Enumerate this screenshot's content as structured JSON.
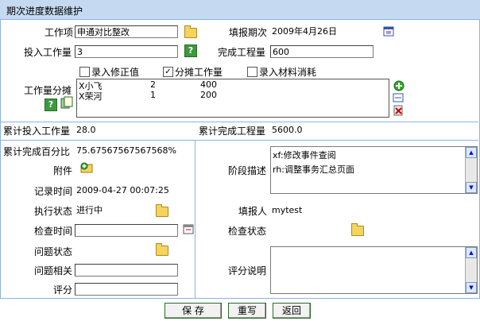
{
  "title": "期次进度数据维护",
  "form": {
    "work_item_label": "工作项",
    "work_item_value": "申通对比整改",
    "report_period_label": "填报期次",
    "report_period_value": "2009年4月26日",
    "input_workload_label": "投入工作量",
    "input_workload_value": "3",
    "done_workload_label": "完成工程量",
    "done_workload_value": "600",
    "chk_correction_label": "录入修正值",
    "chk_share_label": "分摊工作量",
    "chk_material_label": "录入材料消耗",
    "share_label": "工作量分摊",
    "share_rows": [
      {
        "name": "X小飞",
        "input": "2",
        "done": "400"
      },
      {
        "name": "X荣河",
        "input": "1",
        "done": "200"
      }
    ],
    "cum_input_label": "累计投入工作量",
    "cum_input_value": "28.0",
    "cum_done_label": "累计完成工程量",
    "cum_done_value": "5600.0",
    "cum_pct_label": "累计完成百分比",
    "cum_pct_value": "75.67567567567568%",
    "attachment_label": "附件",
    "stage_desc_label": "阶段描述",
    "stage_desc_line1": "xf:修改事件查阅",
    "stage_desc_line2": "rh:调整事务汇总页面",
    "record_time_label": "记录时间",
    "record_time_value": "2009-04-27 00:07:25",
    "exec_status_label": "执行状态",
    "exec_status_value": "进行中",
    "reporter_label": "填报人",
    "reporter_value": "mytest",
    "check_time_label": "检查时间",
    "check_time_value": "",
    "check_status_label": "检查状态",
    "check_status_value": "",
    "problem_status_label": "问题状态",
    "problem_status_value": "",
    "problem_related_label": "问题相关",
    "problem_related_value": "",
    "score_label": "评分",
    "score_value": "",
    "score_desc_label": "评分说明"
  },
  "buttons": {
    "save": "保 存",
    "reset": "重写",
    "back": "返回"
  },
  "icons": [
    "folder-icon",
    "calendar-icon",
    "help-icon",
    "add-icon",
    "edit-icon",
    "delete-icon",
    "attach-icon"
  ]
}
